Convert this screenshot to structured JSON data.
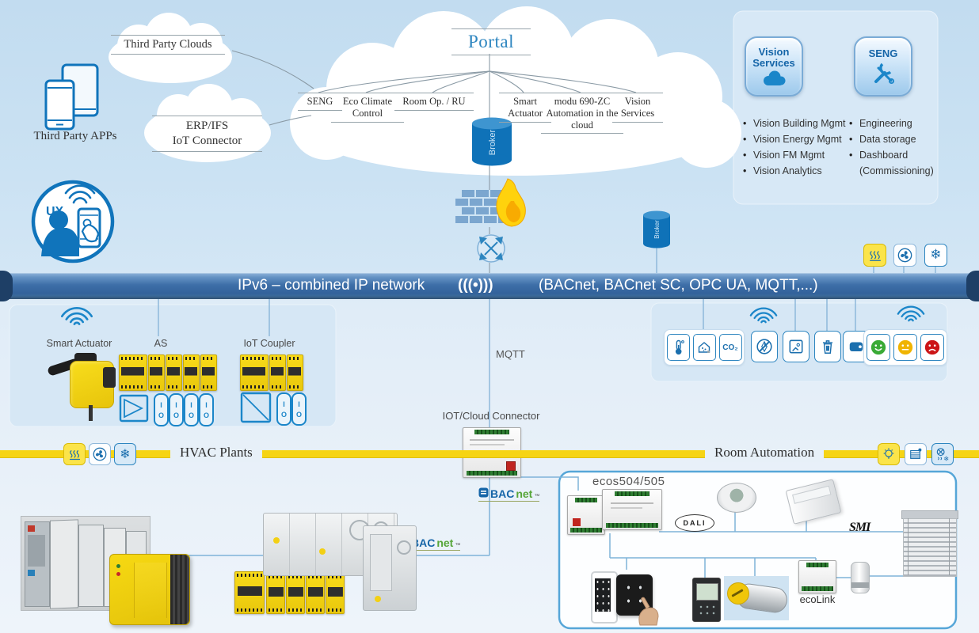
{
  "colors": {
    "accent_blue": "#1b86c9",
    "bar_blue": "#3e6fa8",
    "brand_yellow": "#f6d414",
    "cloud_white": "#ffffff",
    "happy_green": "#3aaa35",
    "neutral_yellow": "#f0b400",
    "sad_red": "#cc1517"
  },
  "clouds": {
    "third_party_clouds": "Third Party Clouds",
    "erp_ifs_line1": "ERP/IFS",
    "erp_ifs_line2": "IoT Connector",
    "third_party_apps": "Third Party APPs",
    "ux_label": "UX",
    "portal": "Portal",
    "portal_children": [
      "SENG",
      "Eco Climate Control",
      "Room Op. / RU",
      "Smart Actuator",
      "modu 690-ZC Automation in the cloud",
      "Vision Services"
    ],
    "broker_cloud": "Broker",
    "broker_edge": "Broker"
  },
  "apps_panel": {
    "vision_app_label": "Vision Services",
    "seng_app_label": "SENG",
    "vision_items": [
      "Vision Building Mgmt",
      "Vision Energy Mgmt",
      "Vision FM Mgmt",
      "Vision Analytics"
    ],
    "seng_items": [
      "Engineering",
      "Data storage",
      "Dashboard",
      "(Commissioning)"
    ]
  },
  "network_bar": {
    "label": "IPv6 – combined IP network",
    "antenna": "(((•)))",
    "protocols": "(BACnet, BACnet SC, OPC UA, MQTT,...)"
  },
  "field_level": {
    "smart_actuator": "Smart Actuator",
    "as_label": "AS",
    "iot_coupler": "IoT Coupler",
    "io_i": "I",
    "io_o": "O",
    "co2": "CO₂",
    "mqtt": "MQTT",
    "iot_cloud_connector": "IOT/Cloud Connector"
  },
  "plant_level": {
    "hvac_plants": "HVAC Plants",
    "room_automation": "Room Automation",
    "bacnet": {
      "bac": "BAC",
      "net": "net",
      "tm": "™"
    },
    "ecos": "ecos504/505",
    "dali": "DALI",
    "smi": "SMI",
    "ecolink": "ecoLink"
  }
}
